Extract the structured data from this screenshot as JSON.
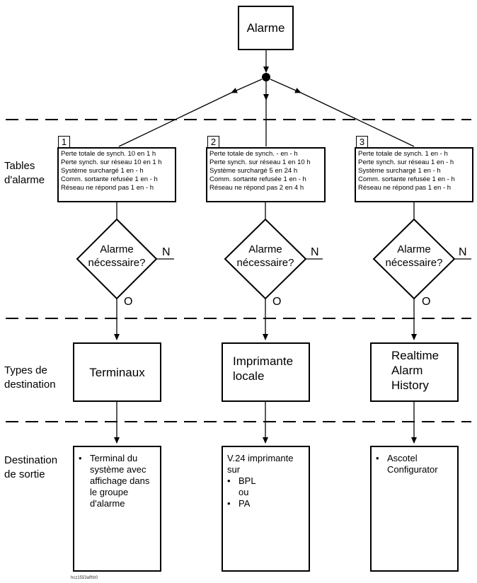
{
  "top": {
    "title": "Alarme"
  },
  "rows": {
    "tables": "Tables\nd'alarme",
    "types": "Types de\ndestination",
    "dest": "Destination\nde sortie"
  },
  "columns": [
    {
      "number": "1",
      "table": [
        "Perte totale de synch. 10 en 1 h",
        "Perte synch. sur réseau 10 en 1 h",
        "Système surchargé 1 en - h",
        "Comm. sortante refusée 1 en - h",
        "Réseau ne répond pas 1 en - h"
      ],
      "decision": "Alarme\nnécessaire?",
      "no": "N",
      "yes": "O",
      "type": "Terminaux",
      "output": {
        "intro": "",
        "bullets": [
          "Terminal du\nsystème avec\naffichage dans\nle groupe\nd'alarme"
        ],
        "mid": "",
        "bullets2": []
      }
    },
    {
      "number": "2",
      "table": [
        "Perte totale de synch. - en - h",
        "Perte synch. sur réseau 1 en 10 h",
        "Système surchargé 5 en 24 h",
        "Comm. sortante refusée 1 en - h",
        "Réseau ne répond pas 2 en 4 h"
      ],
      "decision": "Alarme\nnécessaire?",
      "no": "N",
      "yes": "O",
      "type": "Imprimante\nlocale",
      "output": {
        "intro": "V.24 imprimante\nsur",
        "bullets": [
          "BPL"
        ],
        "mid": "ou",
        "bullets2": [
          "PA"
        ]
      }
    },
    {
      "number": "3",
      "table": [
        "Perte totale de synch. 1 en - h",
        "Perte synch. sur réseau 1 en - h",
        "Système surchargé 1 en - h",
        "Comm. sortante refusée 1 en - h",
        "Réseau ne répond pas 1 en - h"
      ],
      "decision": "Alarme\nnécessaire?",
      "no": "N",
      "yes": "O",
      "type": "Realtime\nAlarm\nHistory",
      "output": {
        "intro": "",
        "bullets": [
          "Ascotel\nConfigurator"
        ],
        "mid": "",
        "bullets2": []
      }
    }
  ],
  "footer": "hcz1553affrb0"
}
